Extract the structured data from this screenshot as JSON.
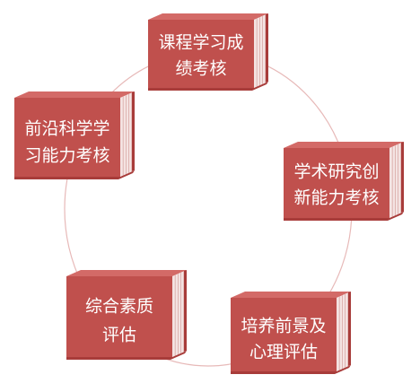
{
  "colors": {
    "box_front": "#c0504d",
    "box_side": "#a83c3a",
    "box_top": "#d36a67",
    "pages": "#f4e3e2",
    "pages_line": "#d9a9a7",
    "ring": "#e7b9b8"
  },
  "boxes": [
    {
      "id": "course-grade",
      "lines": [
        "课程学习成",
        "绩考核"
      ]
    },
    {
      "id": "research-innovation",
      "lines": [
        "学术研究创",
        "新能力考核"
      ]
    },
    {
      "id": "outlook-psychology",
      "lines": [
        "培养前景及",
        "心理评估"
      ]
    },
    {
      "id": "comprehensive-quality",
      "lines": [
        "综合素质",
        "评估"
      ]
    },
    {
      "id": "frontier-science",
      "lines": [
        "前沿科学学",
        "习能力考核"
      ]
    }
  ]
}
